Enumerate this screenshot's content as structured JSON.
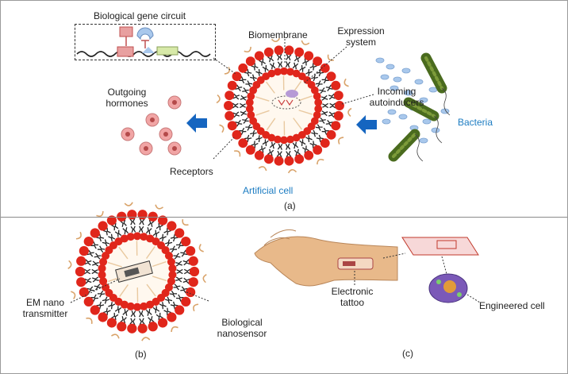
{
  "labels": {
    "gene_circuit": "Biological gene circuit",
    "biomembrane": "Biomembrane",
    "expression_system": "Expression system",
    "outgoing_hormones": "Outgoing hormones",
    "incoming_autoinducers": "Incoming autoinducers",
    "bacteria": "Bacteria",
    "receptors": "Receptors",
    "artificial_cell": "Artificial cell",
    "panel_a": "(a)",
    "em_nano_transmitter": "EM nano transmitter",
    "biological_nanosensor": "Biological nanosensor",
    "panel_b": "(b)",
    "electronic_tattoo": "Electronic tattoo",
    "engineered_cell": "Engineered cell",
    "panel_c": "(c)"
  },
  "colors": {
    "lipid_head": "#e0261b",
    "lipid_tail": "#222222",
    "receptor": "#d9a36a",
    "arrow": "#1565c0",
    "bacteria": "#4a6b1e",
    "hormone_cell": "#f1a5a5",
    "autoinducer": "#a9c8ec",
    "accent_text": "#1c7cc2",
    "skin": "#e8b98a"
  },
  "icons": [
    "gene-circuit-icon",
    "cell-membrane-icon",
    "bacteria-icon",
    "hormone-cell-icon",
    "autoinducer-icon",
    "arrow-left-icon",
    "hand-icon",
    "tattoo-chip-icon",
    "engineered-cell-icon"
  ]
}
